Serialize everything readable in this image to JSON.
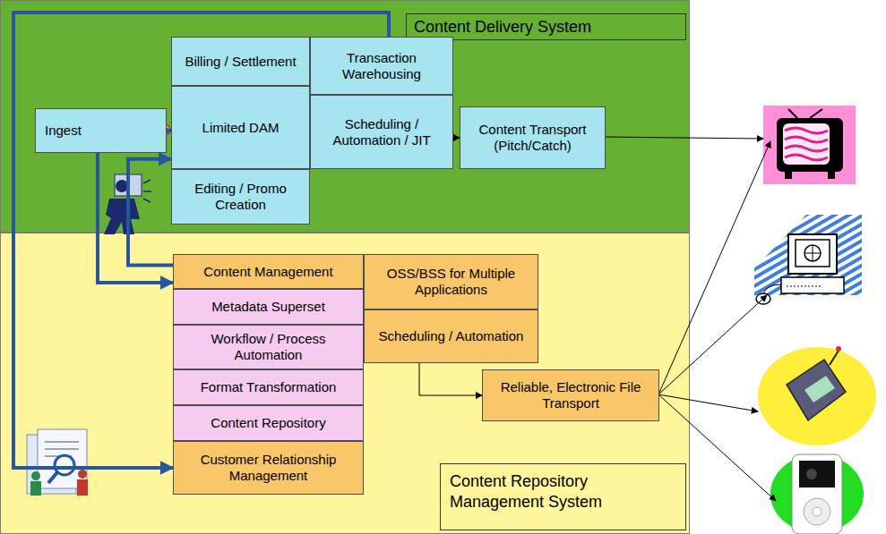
{
  "diagram": {
    "nodes": [
      {
        "text": [
          "Content Delivery System"
        ]
      },
      {
        "text": [
          "Content Repository Management System"
        ]
      },
      {
        "text": [
          "Ingest"
        ],
        "in": 0
      },
      {
        "text": [
          "Billing / Settlement"
        ],
        "in": 0
      },
      {
        "text": [
          "Transaction Warehousing"
        ],
        "in": 0
      },
      {
        "text": [
          "Limited DAM"
        ],
        "in": 0
      },
      {
        "text": [
          "Scheduling / Automation / JIT"
        ],
        "in": 0
      },
      {
        "text": [
          "Content Transport (Pitch/Catch)"
        ],
        "in": 0
      },
      {
        "text": [
          "Editing / Promo Creation"
        ],
        "in": 0
      },
      {
        "text": [
          "Content Management"
        ],
        "in": 1
      },
      {
        "text": [
          "OSS/BSS for Multiple Applications"
        ],
        "in": 1
      },
      {
        "text": [
          "Metadata Superset"
        ],
        "in": 1
      },
      {
        "text": [
          "Workflow / Process Automation"
        ],
        "in": 1
      },
      {
        "text": [
          "Scheduling / Automation"
        ],
        "in": 1
      },
      {
        "text": [
          "Format Transformation"
        ],
        "in": 1
      },
      {
        "text": [
          "Content Repository"
        ],
        "in": 1
      },
      {
        "text": [
          "Customer Relationship Management"
        ],
        "in": 1
      },
      {
        "text": [
          "Reliable, Electronic File Transport"
        ],
        "in": 1
      }
    ],
    "edges": [
      {
        "from": 2,
        "to": 5,
        "arrow": "to"
      },
      {
        "from": 2,
        "to": 9,
        "arrow": "to"
      },
      {
        "from": 9,
        "to": 5,
        "arrow": "to"
      },
      {
        "from": 4,
        "to": 16,
        "arrow": "to"
      },
      {
        "from": 6,
        "to": 7,
        "arrow": "to"
      },
      {
        "from": 13,
        "to": 17,
        "arrow": "to"
      }
    ]
  }
}
